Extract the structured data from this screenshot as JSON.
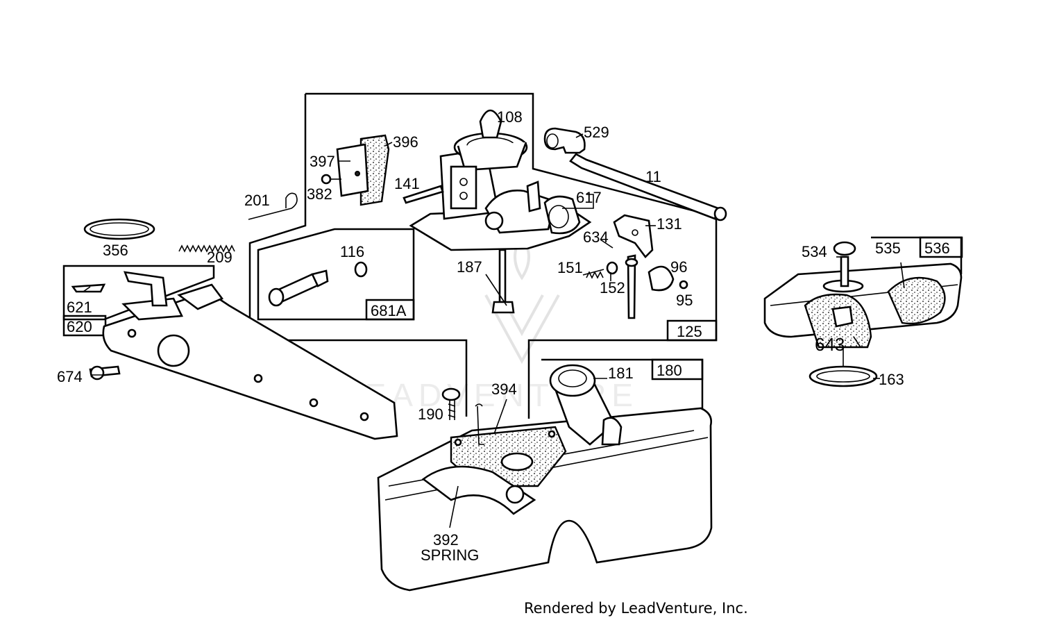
{
  "watermark": "LEADVENTURE",
  "footer": "Rendered by LeadVenture, Inc.",
  "box_labels": {
    "b125": "125",
    "b681a": "681A",
    "b620": "620",
    "b180": "180",
    "b536": "536",
    "b535": "535"
  },
  "callouts": {
    "c108": "108",
    "c396": "396",
    "c397": "397",
    "c382": "382",
    "c141": "141",
    "c201": "201",
    "c529": "529",
    "c11": "11",
    "c617": "617",
    "c131": "131",
    "c634": "634",
    "c356": "356",
    "c209": "209",
    "c116": "116",
    "c187": "187",
    "c151": "151",
    "c152": "152",
    "c96": "96",
    "c95": "95",
    "c621": "621",
    "c674": "674",
    "c534": "534",
    "c643": "643",
    "c163": "163",
    "c181": "181",
    "c394": "394",
    "c190": "190",
    "c392": "392",
    "spring": "SPRING"
  }
}
